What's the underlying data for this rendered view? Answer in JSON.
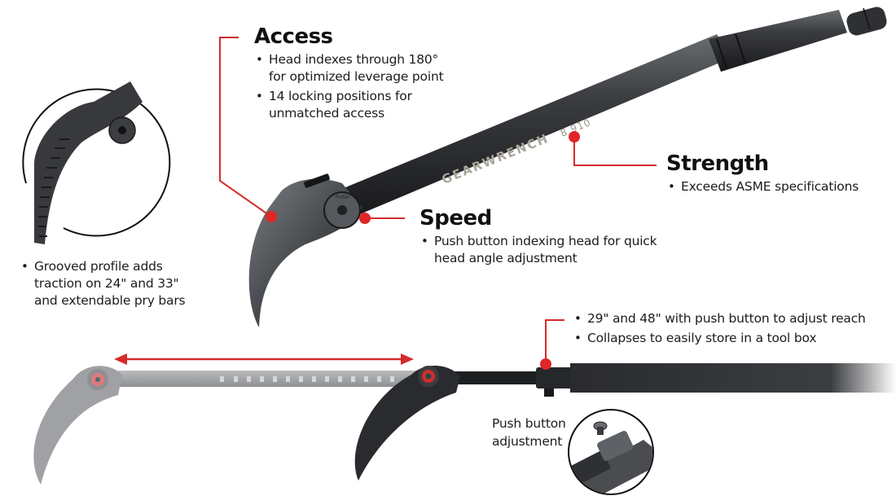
{
  "colors": {
    "accent_red": "#d42b2b",
    "tool_dark": "#2b2d30",
    "tool_mid": "#4a4d51",
    "tool_ghost": "#a9abad",
    "text": "#1a1a1a"
  },
  "brand": {
    "engraving": "GEARWRENCH",
    "model_partial": "8 910"
  },
  "head_marking": "PUSH",
  "callouts": {
    "access": {
      "title": "Access",
      "bullets": [
        "Head indexes through 180° for optimized leverage point",
        "14 locking positions for unmatched access"
      ]
    },
    "strength": {
      "title": "Strength",
      "bullets": [
        "Exceeds ASME specifications"
      ]
    },
    "speed": {
      "title": "Speed",
      "bullets": [
        "Push button indexing head for quick head angle adjustment"
      ]
    },
    "grooved": {
      "bullets": [
        "Grooved profile adds traction on 24\" and 33\" and extendable pry bars"
      ]
    },
    "extendable": {
      "bullets": [
        "29\" and 48\" with push button to adjust reach",
        "Collapses to easily store in a tool box"
      ]
    },
    "push_button": {
      "label_line1": "Push button",
      "label_line2": "adjustment"
    }
  },
  "icons": {
    "extension_arrow": "double-headed-arrow",
    "callout_marker": "red-dot"
  }
}
